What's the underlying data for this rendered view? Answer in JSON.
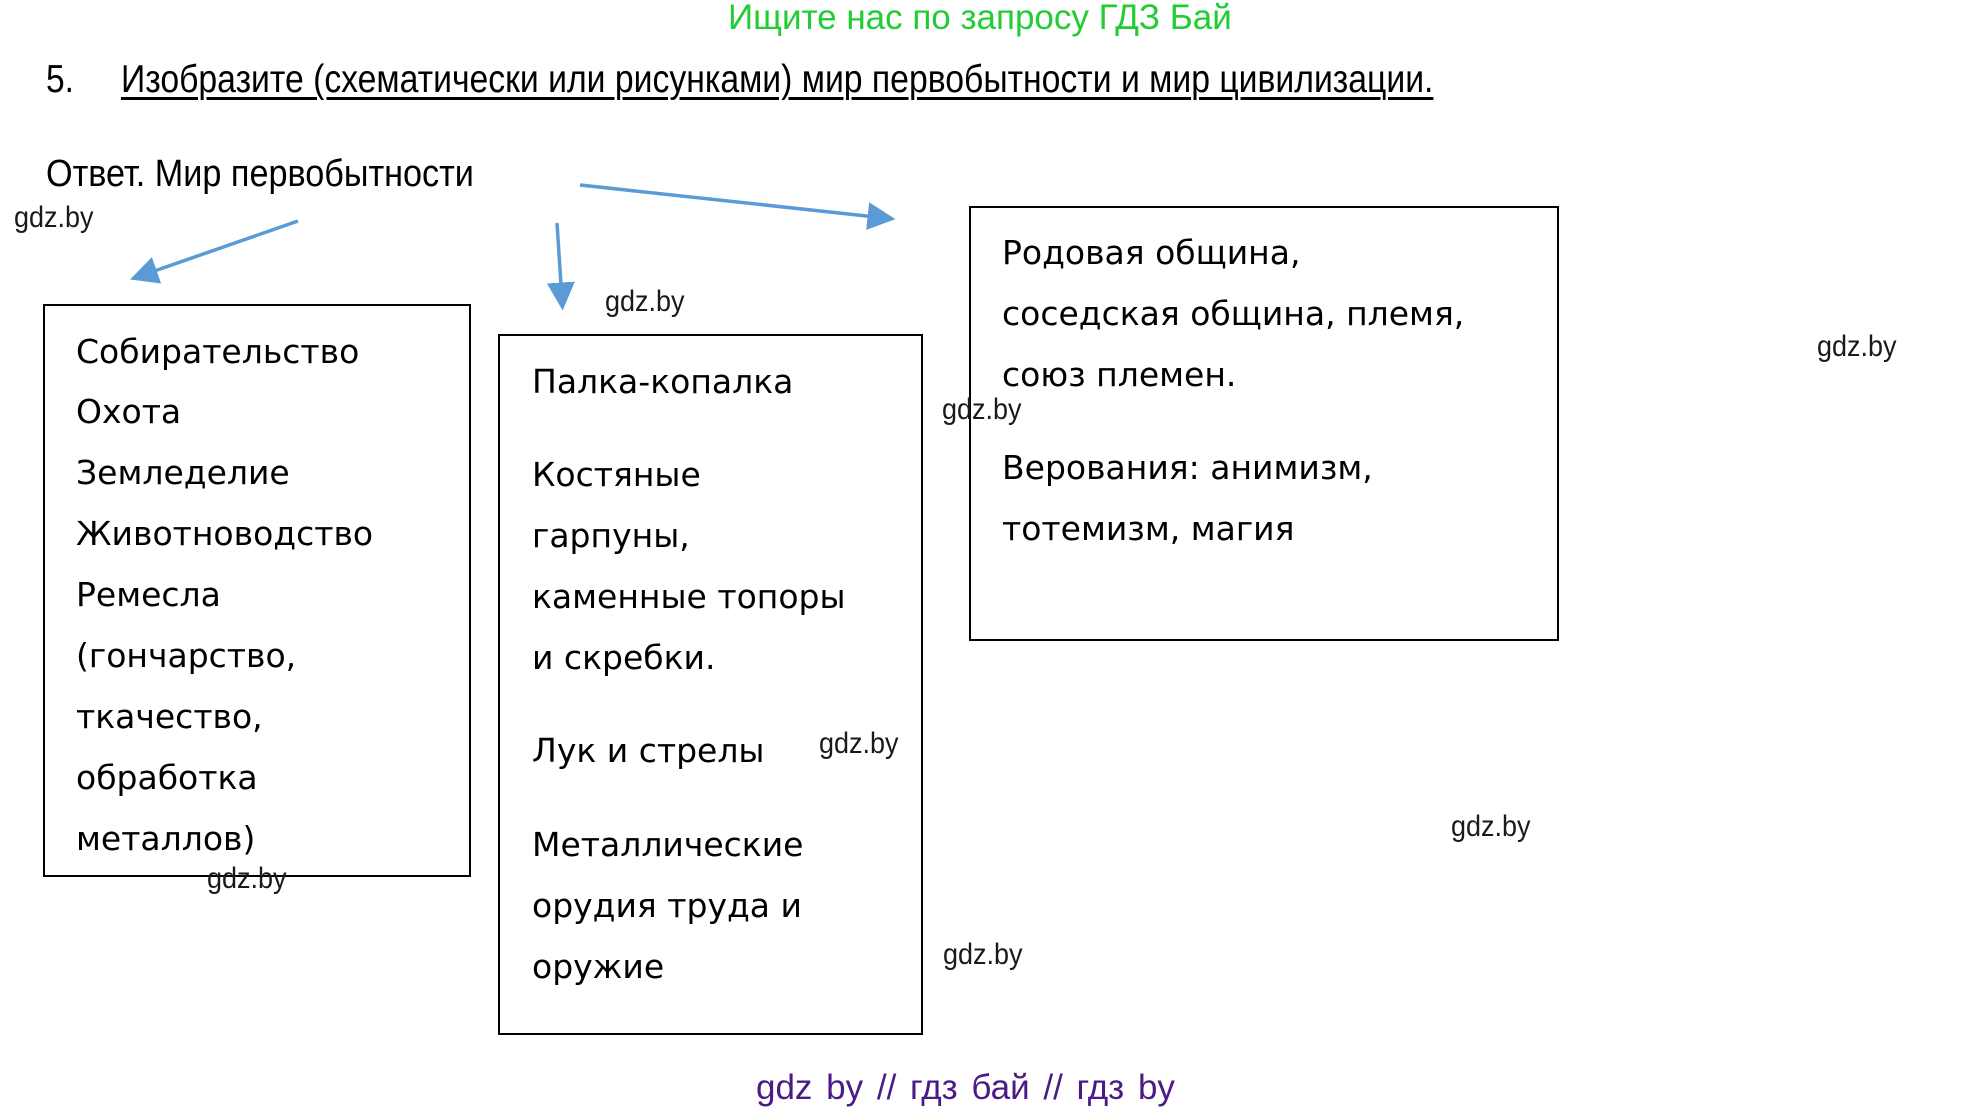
{
  "promo_banner": "Ищите нас по запросу ГДЗ Бай",
  "task": {
    "number": "5.",
    "text": "Изобразите (схематически или рисунками) мир первобытности и мир цивилизации."
  },
  "answer_heading": "Ответ. Мир первобытности",
  "diagram": {
    "arrow_color": "#5B9BD5",
    "boxes": [
      {
        "id": "economy",
        "lines": [
          "Собирательство",
          "Охота",
          "Земледелие",
          "Животноводство",
          "Ремесла",
          "(гончарство,",
          "ткачество,",
          "обработка",
          "металлов)"
        ]
      },
      {
        "id": "tools",
        "lines": [
          "Палка-копалка",
          "Костяные",
          "гарпуны,",
          "каменные топоры",
          "и скребки.",
          "Лук и стрелы",
          "Металлические",
          "орудия труда и",
          "оружие"
        ]
      },
      {
        "id": "society",
        "lines": [
          "Родовая община,",
          "соседская община, племя,",
          "союз племен.",
          "Верования: анимизм,",
          "тотемизм, магия"
        ]
      }
    ]
  },
  "watermarks": [
    "gdz.by",
    "gdz.by",
    "gdz.by",
    "gdz.by",
    "gdz.by",
    "gdz.by",
    "gdz.by",
    "gdz.by"
  ],
  "footer": "gdz by  //  гдз бай  //  гдз by"
}
